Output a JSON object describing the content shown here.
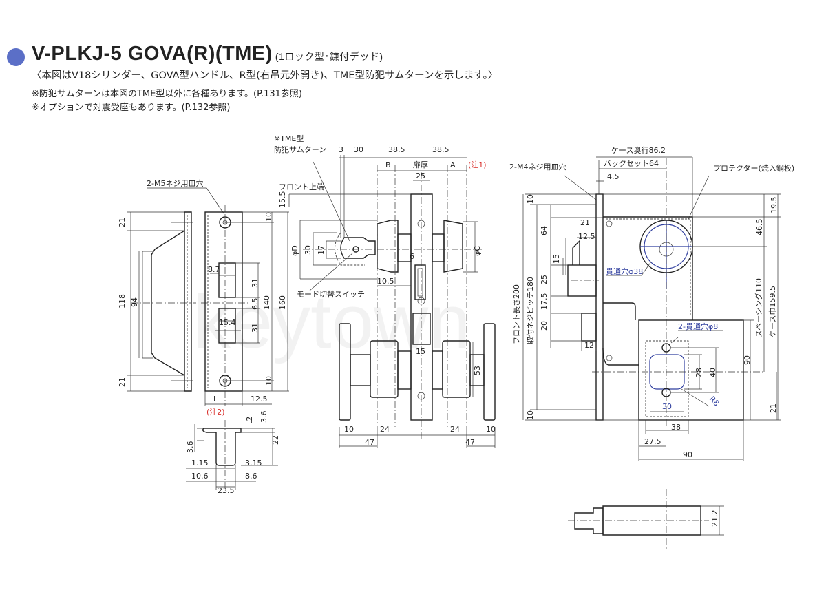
{
  "header": {
    "title": "V-PLKJ-5 GOVA(R)(TME)",
    "subtitle": "(1ロック型･鎌付デッド)",
    "description": "〈本図はV18シリンダー、GOVA型ハンドル、R型(右吊元外開き)、TME型防犯サムターンを示します。〉",
    "note1": "※防犯サムターンは本図のTME型以外に各種あります。(P.131参照)",
    "note2": "※オプションで対震受座もあります。(P.132参照)",
    "accent_color": "#5b6fc7"
  },
  "watermark": "keytown",
  "strike": {
    "screw_label": "2-M5ネジ用皿穴",
    "d21a": "21",
    "d118": "118",
    "d94": "94",
    "d21b": "21",
    "d8_7": "8.7",
    "d31a": "31",
    "d6_5": "6.5",
    "d15_4": "15.4",
    "d31b": "31",
    "d140": "140",
    "d160": "160",
    "d10a": "10",
    "d10b": "10",
    "d15_5": "15.5",
    "dL": "L",
    "d12_5": "12.5",
    "note2": "(注2)",
    "t2": "t2",
    "d3_6a": "3.6",
    "d22": "22",
    "d3_6b": "3.6",
    "d1_15": "1.15",
    "d3_15": "3.15",
    "d10_6": "10.6",
    "d8_6": "8.6",
    "d23_5": "23.5"
  },
  "front_view": {
    "tme_label": "※TME型",
    "thumbturn_label": "防犯サムターン",
    "d3": "3",
    "d30": "30",
    "d38_5a": "38.5",
    "d38_5b": "38.5",
    "B": "B",
    "door_thickness": "扉厚",
    "A": "A",
    "note1": "(注1)",
    "d25": "25",
    "front_top": "フロント上端",
    "phiD": "φD",
    "d30v": "30",
    "d17": "17",
    "phiC": "φC",
    "d6": "6",
    "d10_5": "10.5",
    "mode_switch": "モード切替スイッチ",
    "d15": "15",
    "d53": "53",
    "d10a": "10",
    "d24a": "24",
    "d24b": "24",
    "d10b": "10",
    "d47a": "47",
    "d47b": "47"
  },
  "side_view": {
    "case_depth": "ケース奥行86.2",
    "screw_label": "2-M4ネジ用皿穴",
    "backset": "バックセット64",
    "d4_5": "4.5",
    "protector": "プロテクター(焼入鋼板)",
    "d10a": "10",
    "d64": "64",
    "d21": "21",
    "d12_5": "12.5",
    "d15": "15",
    "d25": "25",
    "d17_5": "17.5",
    "d20": "20",
    "d12": "12",
    "through_hole_38": "貫通穴φ38",
    "d19_5": "19.5",
    "d46_5": "46.5",
    "spacing": "スペーシング110",
    "case_width": "ケース巾159.5",
    "front_length": "フロント長さ200",
    "screw_pitch": "取付ネジピッチ180",
    "through_hole_8": "2-貫通穴φ8",
    "d28": "28",
    "d40": "40",
    "d90v": "90",
    "R8": "R8",
    "d30": "30",
    "d38": "38",
    "d27_5": "27.5",
    "d21b": "21",
    "d10b": "10",
    "d90h": "90",
    "d21_2": "21.2"
  }
}
